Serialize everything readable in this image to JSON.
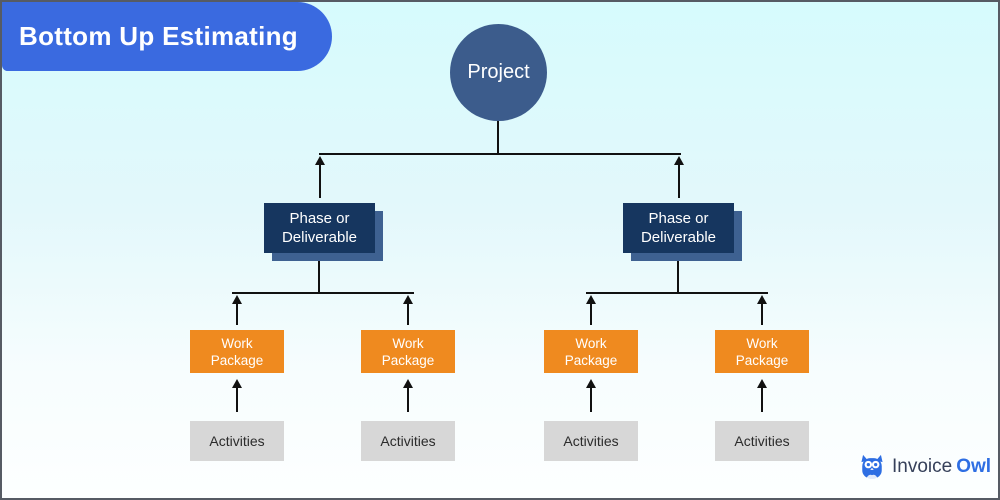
{
  "header": {
    "title": "Bottom Up Estimating"
  },
  "diagram": {
    "root": {
      "label": "Project"
    },
    "phases": [
      {
        "line1": "Phase or",
        "line2": "Deliverable"
      },
      {
        "line1": "Phase or",
        "line2": "Deliverable"
      }
    ],
    "work_packages": [
      {
        "line1": "Work",
        "line2": "Package"
      },
      {
        "line1": "Work",
        "line2": "Package"
      },
      {
        "line1": "Work",
        "line2": "Package"
      },
      {
        "line1": "Work",
        "line2": "Package"
      }
    ],
    "activities": [
      {
        "label": "Activities"
      },
      {
        "label": "Activities"
      },
      {
        "label": "Activities"
      },
      {
        "label": "Activities"
      }
    ]
  },
  "branding": {
    "icon": "owl-icon",
    "name_part1": "Invoice",
    "name_part2": "Owl"
  },
  "colors": {
    "banner-blue": "#3a6ae0",
    "circle-blue": "#3c5c8c",
    "phase-navy": "#16365f",
    "phase-shadow": "#3e6191",
    "wp-orange": "#ef8a1f",
    "act-gray": "#d7d7d7",
    "act-text": "#2b2b2b",
    "line": "#111111",
    "logo-invoice": "#36405a",
    "logo-owl": "#2e6ee3",
    "bg-top": "#d6fbfd",
    "bg-bottom": "#fdffff",
    "frame": "#565b64"
  }
}
